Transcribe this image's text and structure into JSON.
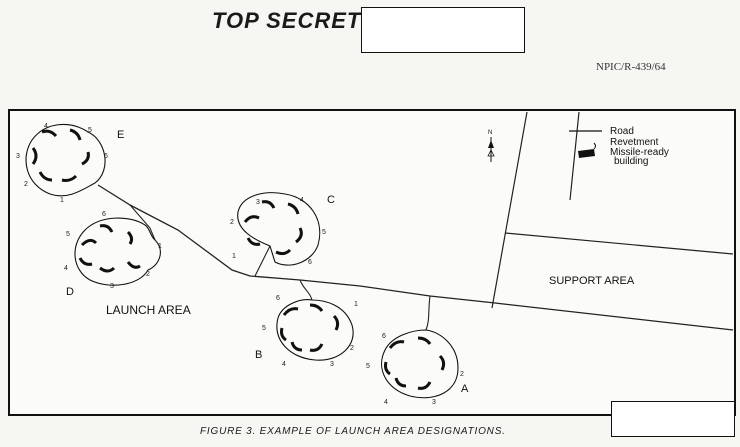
{
  "header": {
    "classification": "TOP SECRET"
  },
  "document": {
    "reference": "NPIC/R-439/64"
  },
  "figure": {
    "caption": "FIGURE 3.  EXAMPLE OF LAUNCH AREA DESIGNATIONS.",
    "area_labels": {
      "launch": "LAUNCH AREA",
      "support": "SUPPORT AREA"
    },
    "site_labels": [
      "A",
      "B",
      "C",
      "D",
      "E"
    ],
    "north_label": "N",
    "legend": {
      "road": "Road",
      "revetment": "Revetment",
      "missile_line1": "Missile-ready",
      "missile_line2": "building"
    },
    "revetment_numbers": [
      "1",
      "2",
      "3",
      "4",
      "5",
      "6"
    ]
  }
}
